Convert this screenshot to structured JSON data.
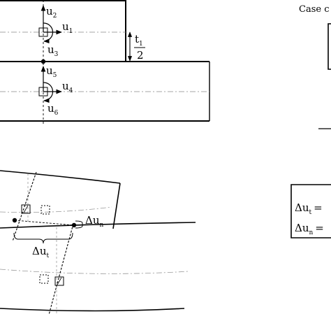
{
  "top_diagram": {
    "dof_upper": [
      {
        "name": "u",
        "sub": "2"
      },
      {
        "name": "u",
        "sub": "1"
      },
      {
        "name": "u",
        "sub": "3"
      }
    ],
    "dof_lower": [
      {
        "name": "u",
        "sub": "5"
      },
      {
        "name": "u",
        "sub": "4"
      },
      {
        "name": "u",
        "sub": "6"
      }
    ],
    "thickness": {
      "numerator": "t",
      "numerator_sub": "1",
      "denominator": "2"
    }
  },
  "right_panel": {
    "case_caption": "Case c"
  },
  "bottom_diagram": {
    "delta_n": {
      "symbol": "Δu",
      "sub": "n"
    },
    "delta_t": {
      "symbol": "Δu",
      "sub": "t"
    }
  },
  "equations": [
    {
      "symbol": "Δu",
      "sub": "t",
      "rhs": "="
    },
    {
      "symbol": "Δu",
      "sub": "n",
      "rhs": "="
    }
  ]
}
